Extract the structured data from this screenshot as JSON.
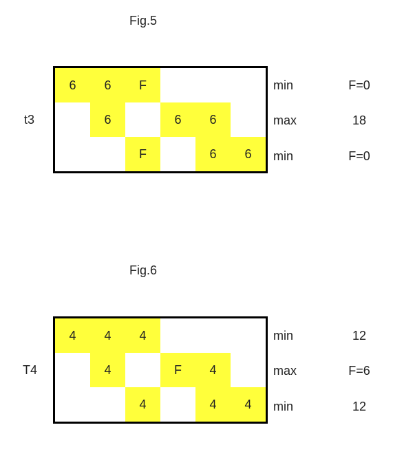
{
  "figures": [
    {
      "title": "Fig.5",
      "row_label": "t3",
      "rows": [
        {
          "cells": [
            "6",
            "6",
            "F",
            "",
            "",
            ""
          ],
          "yellow": [
            1,
            1,
            1,
            0,
            0,
            0
          ],
          "label": "min",
          "result": "F=0"
        },
        {
          "cells": [
            "",
            "6",
            "",
            "6",
            "6",
            ""
          ],
          "yellow": [
            0,
            1,
            0,
            1,
            1,
            0
          ],
          "label": "max",
          "result": "18"
        },
        {
          "cells": [
            "",
            "",
            "F",
            "",
            "6",
            "6"
          ],
          "yellow": [
            0,
            0,
            1,
            0,
            1,
            1
          ],
          "label": "min",
          "result": "F=0"
        }
      ]
    },
    {
      "title": "Fig.6",
      "row_label": "T4",
      "rows": [
        {
          "cells": [
            "4",
            "4",
            "4",
            "",
            "",
            ""
          ],
          "yellow": [
            1,
            1,
            1,
            0,
            0,
            0
          ],
          "label": "min",
          "result": "12"
        },
        {
          "cells": [
            "",
            "4",
            "",
            "F",
            "4",
            ""
          ],
          "yellow": [
            0,
            1,
            0,
            1,
            1,
            0
          ],
          "label": "max",
          "result": "F=6"
        },
        {
          "cells": [
            "",
            "",
            "4",
            "",
            "4",
            "4"
          ],
          "yellow": [
            0,
            0,
            1,
            0,
            1,
            1
          ],
          "label": "min",
          "result": "12"
        }
      ]
    }
  ],
  "colors": {
    "highlight": "#ffff3b",
    "border": "#000000"
  }
}
